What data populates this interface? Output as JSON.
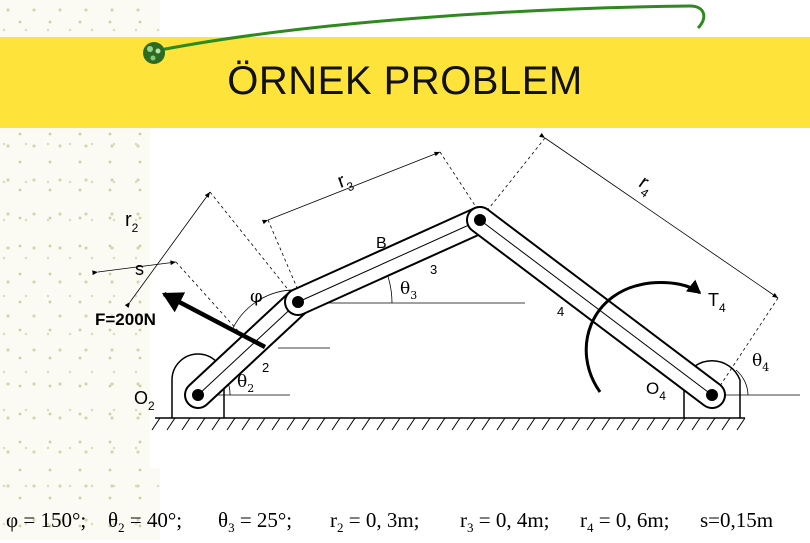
{
  "title": "ÖRNEK PROBLEM",
  "colors": {
    "band": "#fee43a",
    "accent_line": "#2e8a1f",
    "link": "#000000"
  },
  "diagram": {
    "labels": {
      "r2": "r",
      "r2_sub": "2",
      "r3": "r",
      "r3_sub": "3",
      "r4": "r",
      "r4_sub": "4",
      "s": "s",
      "force": "F=200N",
      "B": "B",
      "O2": "O",
      "O2_sub": "2",
      "O4": "O",
      "O4_sub": "4",
      "T4": "T",
      "T4_sub": "4",
      "phi": "φ",
      "theta2": "θ",
      "theta2_sub": "2",
      "theta3": "θ",
      "theta3_sub": "3",
      "theta4": "θ",
      "theta4_sub": "4",
      "link2": "2",
      "link3": "3",
      "link4": "4"
    }
  },
  "givens": [
    {
      "sym": "φ",
      "text": " = 150°;"
    },
    {
      "sym": "θ",
      "sub": "2",
      "text": " = 40°;"
    },
    {
      "sym": "θ",
      "sub": "3",
      "text": " = 25°;"
    },
    {
      "sym": "r",
      "sub": "2",
      "text": " = 0, 3m;"
    },
    {
      "sym": "r",
      "sub": "3",
      "text": " = 0, 4m;"
    },
    {
      "sym": "r",
      "sub": "4",
      "text": " = 0, 6m;"
    },
    {
      "sym": "",
      "text": "s=0,15m"
    }
  ]
}
